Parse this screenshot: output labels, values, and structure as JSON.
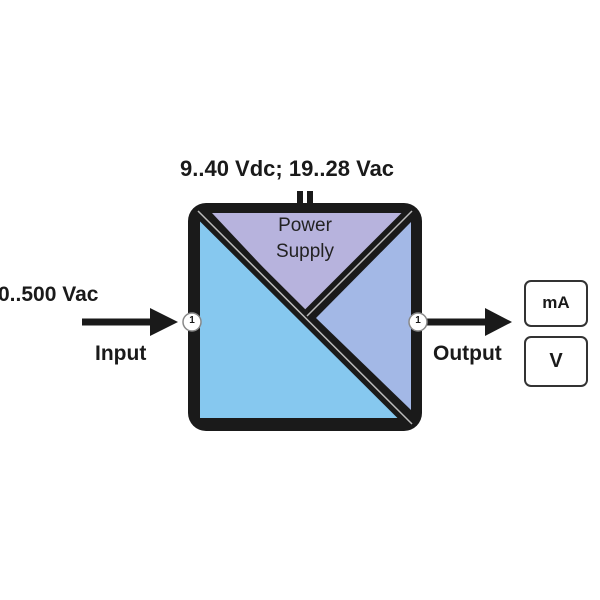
{
  "supply_label": "9..40 Vdc; 19..28 Vac",
  "power_supply": {
    "line1": "Power",
    "line2": "Supply"
  },
  "input": {
    "range": "0..500 Vac",
    "label": "Input",
    "terminal": "1"
  },
  "output": {
    "label": "Output",
    "terminal": "1",
    "options": [
      "mA",
      "V"
    ]
  },
  "colors": {
    "input_section": "#86c8ef",
    "power_section": "#b7b3dd",
    "output_section": "#a3b8e6",
    "frame": "#1a1a1a"
  }
}
